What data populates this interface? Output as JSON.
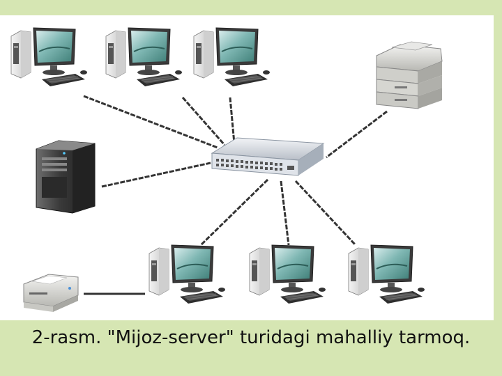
{
  "caption": "2-rasm. \"Mijoz-server\" turidagi mahalliy tarmoq.",
  "colors": {
    "background": "#d6e6b3",
    "panel": "#ffffff",
    "cable": "#333333"
  },
  "nodes": [
    {
      "name": "workstation-1",
      "icon": "desktop-computer-icon"
    },
    {
      "name": "workstation-2",
      "icon": "desktop-computer-icon"
    },
    {
      "name": "workstation-3",
      "icon": "desktop-computer-icon"
    },
    {
      "name": "laser-printer",
      "icon": "laser-printer-icon"
    },
    {
      "name": "server",
      "icon": "server-tower-icon"
    },
    {
      "name": "network-switch",
      "icon": "network-switch-icon"
    },
    {
      "name": "workstation-4",
      "icon": "desktop-computer-icon"
    },
    {
      "name": "workstation-5",
      "icon": "desktop-computer-icon"
    },
    {
      "name": "workstation-6",
      "icon": "desktop-computer-icon"
    },
    {
      "name": "desktop-printer",
      "icon": "desktop-printer-icon"
    }
  ]
}
